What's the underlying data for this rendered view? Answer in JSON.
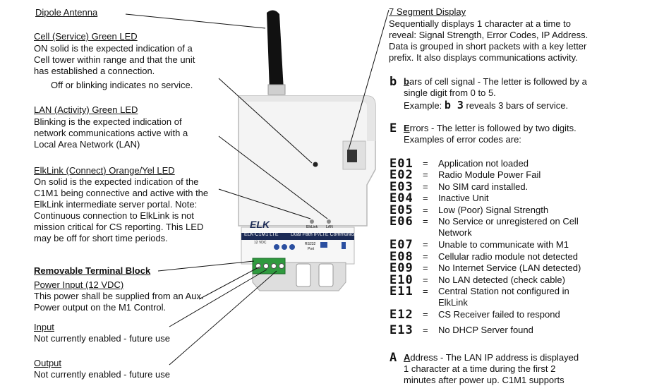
{
  "left": {
    "dipole_title": "Dipole Antenna",
    "cell_title": "Cell  (Service) Green LED",
    "cell_lines": [
      "ON solid is the expected indication of a",
      "Cell tower within range and that the unit",
      "has established a connection."
    ],
    "cell_note": "Off or blinking indicates no service.",
    "lan_title": "LAN (Activity) Green LED",
    "lan_lines": [
      "Blinking is the expected indication of",
      "network communications active with a",
      "Local Area Network (LAN)"
    ],
    "elklink_title": "ElkLink (Connect) Orange/Yel LED",
    "elklink_lines": [
      "On solid is the expected indication of the",
      "C1M1 being connective and active with the",
      "ElkLink intermediate server portal.  Note:",
      "Continuous connection to ElkLink is not",
      "mission critical for CS reporting.  This LED",
      "may be off for short time periods."
    ],
    "terminal_title": "Removable Terminal Block",
    "power_title": "Power Input (12 VDC)",
    "power_lines": [
      "This power shall be supplied from an Aux.",
      "Power output on the M1 Control."
    ],
    "input_title": "Input",
    "input_line": "Not currently enabled - future use",
    "output_title": "Output",
    "output_line": "Not currently enabled - future use"
  },
  "device": {
    "brand": "ELK",
    "model": "ELK-C1M1 LTE",
    "subtitle": "Dual Path IP/LTE Communicator",
    "led_label_1": "ElkLink",
    "led_label_2": "LAN",
    "power_label": "12 VDC",
    "port_label": "RS232",
    "port_label_2": "Port"
  },
  "right": {
    "seg_title": "7 Segment Display",
    "seg_lines": [
      "Sequentially displays 1 character at a time to",
      "reveal: Signal Strength, Error Codes, IP Address.",
      "Data is grouped in short packets with a key letter",
      "prefix.  It also displays communications activity."
    ],
    "b_symbol": "b",
    "b_key": "b",
    "b_rest": "ars of cell signal - The letter is followed by a",
    "b_line2": "single digit from 0 to 5.",
    "b_example_pre": "Example:",
    "b_example_code": "b 3",
    "b_example_post": "reveals 3 bars of service.",
    "e_symbol": "E",
    "e_key": "E",
    "e_rest": "rrors - The letter is followed by two digits.",
    "e_line2": "Examples of error codes are:",
    "a_symbol": "A",
    "a_key": "A",
    "a_rest": "ddress - The LAN IP address is displayed",
    "a_line2": "1  character  at  a  time  during  the  first  2",
    "a_line3": "minutes  after  power  up.    C1M1  supports"
  },
  "errors": [
    {
      "code": "E01",
      "eq": "=",
      "desc": "Application not loaded"
    },
    {
      "code": "E02",
      "eq": "=",
      "desc": "Radio Module Power Fail"
    },
    {
      "code": "E03",
      "eq": "=",
      "desc": "No SIM card installed."
    },
    {
      "code": "E04",
      "eq": "=",
      "desc": "Inactive Unit"
    },
    {
      "code": "E05",
      "eq": "=",
      "desc": "Low (Poor) Signal Strength"
    },
    {
      "code": "E06",
      "eq": "=",
      "desc": "No Service or unregistered on Cell",
      "desc2": "Network"
    },
    {
      "code": "E07",
      "eq": "=",
      "desc": "Unable to communicate with M1"
    },
    {
      "code": "E08",
      "eq": "=",
      "desc": "Cellular radio module not detected"
    },
    {
      "code": "E09",
      "eq": "=",
      "desc": "No Internet Service (LAN detected)"
    },
    {
      "code": "E10",
      "eq": "=",
      "desc": "No LAN detected (check cable)"
    },
    {
      "code": "E11",
      "eq": "=",
      "desc": "Central Station not configured in",
      "desc2": "ElkLink"
    },
    {
      "code": "E12",
      "eq": "=",
      "desc": "CS Receiver failed to respond"
    },
    {
      "code": "E13",
      "eq": "=",
      "desc": "No DHCP Server found"
    }
  ]
}
